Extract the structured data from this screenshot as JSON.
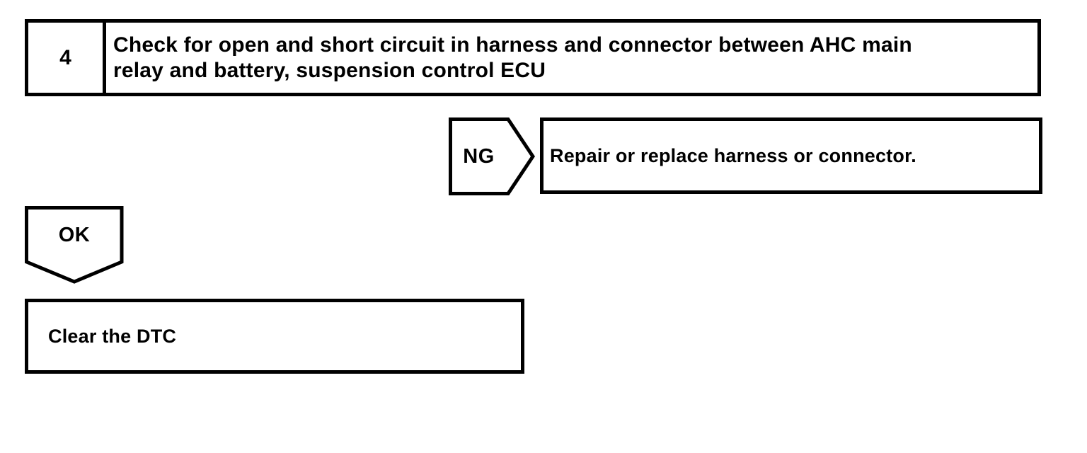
{
  "page": {
    "background_color": "#ffffff",
    "line_color": "#000000"
  },
  "flowchart": {
    "step": {
      "number": "4",
      "instruction_lines": [
        "Check for open and short circuit in harness and connector between AHC main",
        "relay and battery, suspension control ECU"
      ]
    },
    "ng_branch": {
      "label": "NG",
      "action": "Repair or replace harness or connector."
    },
    "ok_branch": {
      "label": "OK",
      "action": "Clear the DTC"
    }
  }
}
